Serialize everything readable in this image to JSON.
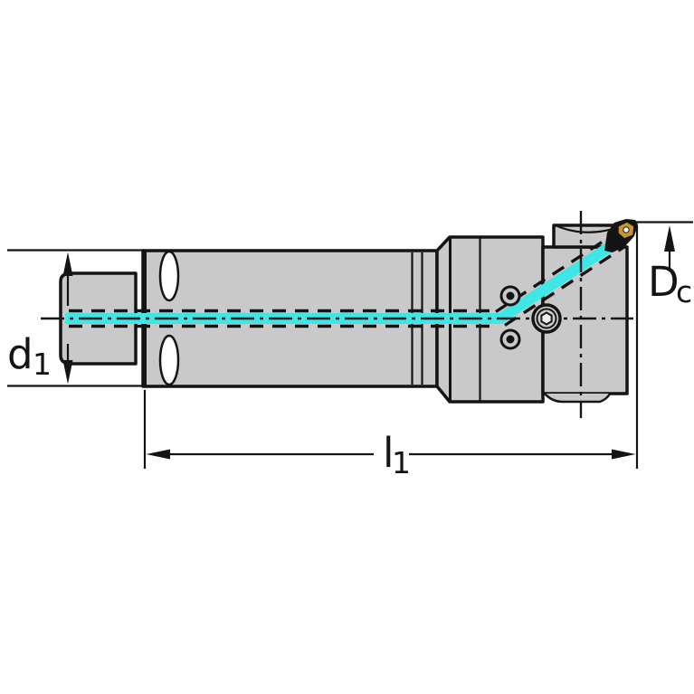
{
  "drawing": {
    "type": "technical-drawing-tool-holder-side-view",
    "dimensions": {
      "d1": {
        "main": "d",
        "sub": "1"
      },
      "l1": {
        "main": "l",
        "sub": "1"
      },
      "Dc": {
        "main": "D",
        "sub": "c"
      }
    },
    "colors": {
      "body": "#c9c9c9",
      "outline": "#141414",
      "coolant": "#3ee6e6",
      "insert_gold": "#c9952d",
      "background": "#ffffff"
    }
  }
}
